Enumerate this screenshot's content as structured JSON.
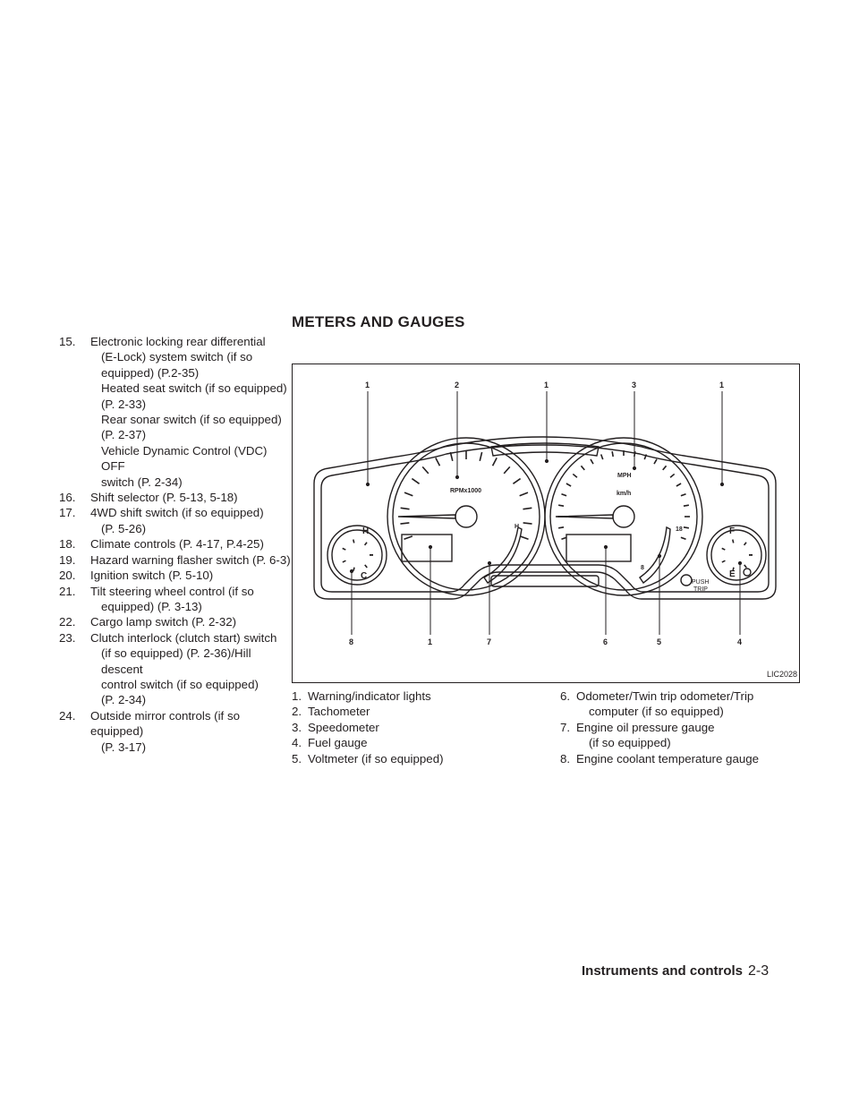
{
  "section_title": "METERS AND GAUGES",
  "left_list": [
    {
      "num": "15.",
      "lines": [
        "Electronic locking rear differential",
        "(E-Lock) system switch (if so",
        "equipped) (P.2-35)",
        "Heated seat switch (if so equipped)",
        "(P. 2-33)",
        "Rear sonar switch (if so equipped)",
        "(P. 2-37)",
        "Vehicle Dynamic Control (VDC) OFF",
        "switch (P. 2-34)"
      ]
    },
    {
      "num": "16.",
      "lines": [
        "Shift selector (P. 5-13, 5-18)"
      ]
    },
    {
      "num": "17.",
      "lines": [
        "4WD shift switch (if so equipped)",
        "(P. 5-26)"
      ]
    },
    {
      "num": "18.",
      "lines": [
        "Climate controls (P. 4-17, P.4-25)"
      ]
    },
    {
      "num": "19.",
      "lines": [
        "Hazard warning flasher switch (P. 6-3)"
      ]
    },
    {
      "num": "20.",
      "lines": [
        "Ignition switch (P. 5-10)"
      ]
    },
    {
      "num": "21.",
      "lines": [
        "Tilt steering wheel control (if so",
        "equipped) (P. 3-13)"
      ]
    },
    {
      "num": "22.",
      "lines": [
        "Cargo lamp switch (P. 2-32)"
      ]
    },
    {
      "num": "23.",
      "lines": [
        "Clutch interlock (clutch start) switch",
        "(if so equipped) (P. 2-36)/Hill descent",
        "control switch (if so equipped)",
        "(P. 2-34)"
      ]
    },
    {
      "num": "24.",
      "lines": [
        "Outside mirror controls (if so equipped)",
        "(P. 3-17)"
      ]
    }
  ],
  "figure": {
    "code": "LIC2028",
    "tach_label": "RPMx1000",
    "speed_label_mph": "MPH",
    "speed_label_kmh": "km/h",
    "push_label": "PUSH",
    "trip_label": "TRIP",
    "gauge_h": "H",
    "gauge_c": "C",
    "gauge_f": "F",
    "gauge_e": "E",
    "oil_h": "H",
    "volt_18": "18",
    "volt_8": "8",
    "callouts_top": [
      "1",
      "2",
      "1",
      "3",
      "1"
    ],
    "callouts_bottom": [
      "8",
      "1",
      "7",
      "6",
      "5",
      "4"
    ]
  },
  "caption_col1": [
    {
      "num": "1.",
      "lines": [
        "Warning/indicator lights"
      ]
    },
    {
      "num": "2.",
      "lines": [
        "Tachometer"
      ]
    },
    {
      "num": "3.",
      "lines": [
        "Speedometer"
      ]
    },
    {
      "num": "4.",
      "lines": [
        "Fuel gauge"
      ]
    },
    {
      "num": "5.",
      "lines": [
        "Voltmeter (if so equipped)"
      ]
    }
  ],
  "caption_col2": [
    {
      "num": "6.",
      "lines": [
        "Odometer/Twin trip odometer/Trip",
        "computer (if so equipped)"
      ]
    },
    {
      "num": "7.",
      "lines": [
        "Engine oil pressure gauge",
        "(if so equipped)"
      ]
    },
    {
      "num": "8.",
      "lines": [
        "Engine coolant temperature gauge"
      ]
    }
  ],
  "footer": {
    "section": "Instruments and controls",
    "page": "2-3"
  }
}
